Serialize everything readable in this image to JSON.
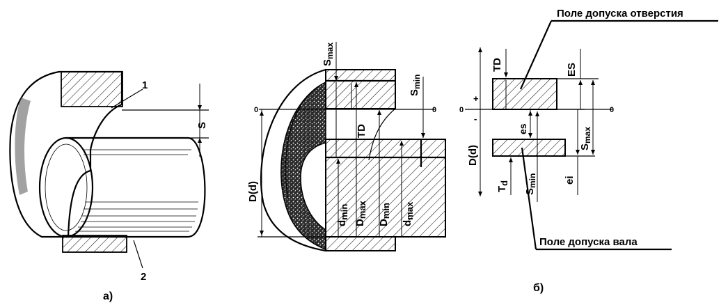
{
  "figure_a": {
    "caption": "а)",
    "label_1": "1",
    "label_2": "2",
    "clearance": "S"
  },
  "figure_mid": {
    "s_max_main": "S",
    "s_max_sub": "max",
    "s_min_main": "S",
    "s_min_sub": "min",
    "td": "TD",
    "nominal": "D(d)",
    "dmin_main": "d",
    "dmin_sub": "min",
    "Dmax_main": "D",
    "Dmax_sub": "max",
    "Dmin_main": "D",
    "Dmin_sub": "min",
    "dmax_main": "d",
    "dmax_sub": "max",
    "zero_left": "0",
    "zero_right": "0"
  },
  "figure_b": {
    "caption": "б)",
    "hole_field": "Поле допуска отверстия",
    "shaft_field": "Поле допуска вала",
    "td": "TD",
    "es_upper": "ES",
    "es_lower": "es",
    "smax_main": "S",
    "smax_sub": "max",
    "smin_main": "S",
    "smin_sub": "min",
    "td_shaft_main": "T",
    "td_shaft_sub": "d",
    "ei": "ei",
    "nominal": "D(d)",
    "plus": "+",
    "minus": "-",
    "zero_left": "0",
    "zero_right": "0"
  }
}
